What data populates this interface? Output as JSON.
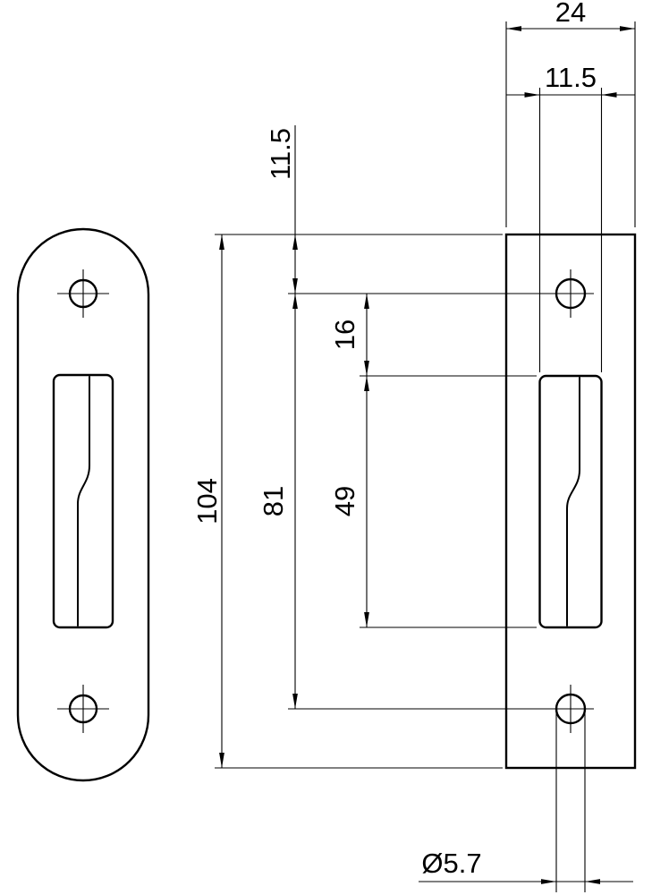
{
  "drawing": {
    "dimensions": {
      "plate_width": "24",
      "slot_width": "11.5",
      "top_edge_to_hole": "11.5",
      "plate_length": "104",
      "hole_spacing": "81",
      "hole_to_slot": "16",
      "slot_length": "49",
      "hole_diameter": "Ø5.7"
    },
    "colors": {
      "line": "#000000",
      "background": "#ffffff"
    }
  }
}
